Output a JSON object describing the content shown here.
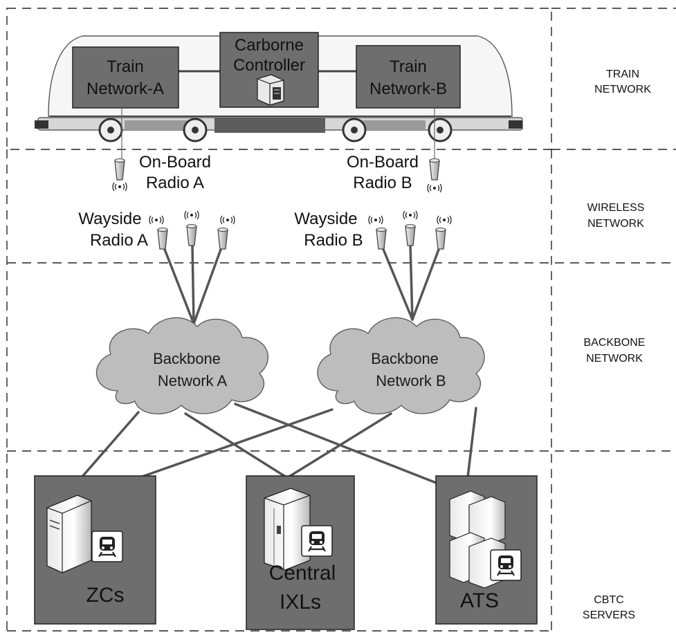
{
  "layers": {
    "train": [
      "TRAIN",
      "NETWORK"
    ],
    "wireless": [
      "WIRELESS",
      "NETWORK"
    ],
    "backbone": [
      "BACKBONE",
      "NETWORK"
    ],
    "servers": [
      "CBTC",
      "SERVERS"
    ]
  },
  "train": {
    "network_a": [
      "Train",
      "Network-A"
    ],
    "controller": [
      "Carborne",
      "Controller"
    ],
    "network_b": [
      "Train",
      "Network-B"
    ]
  },
  "radios": {
    "onboard_a": [
      "On-Board",
      "Radio A"
    ],
    "onboard_b": [
      "On-Board",
      "Radio B"
    ],
    "wayside_a": [
      "Wayside",
      "Radio A"
    ],
    "wayside_b": [
      "Wayside",
      "Radio B"
    ]
  },
  "backbone": {
    "a": [
      "Backbone",
      "Network A"
    ],
    "b": [
      "Backbone",
      "Network B"
    ]
  },
  "servers": {
    "zcs": [
      "ZCs"
    ],
    "ixls": [
      "Central",
      "IXLs"
    ],
    "ats": [
      "ATS"
    ]
  },
  "colors": {
    "box_fill": "#6e6e6e",
    "cloud_fill": "#bdbdbd",
    "link": "#555555"
  }
}
